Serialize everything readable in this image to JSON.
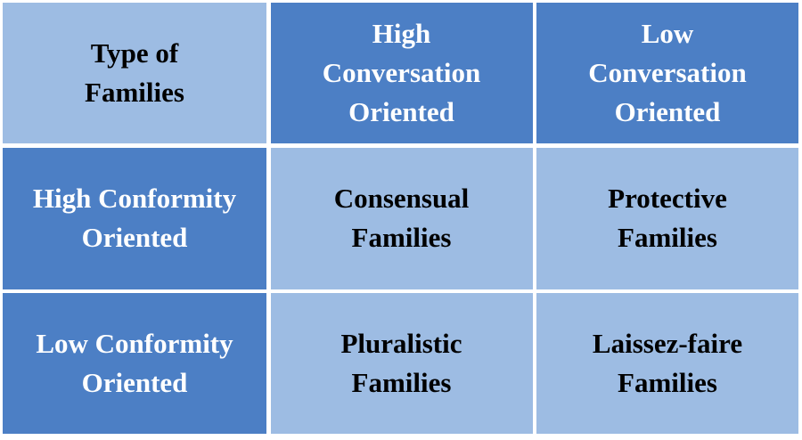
{
  "table": {
    "corner": "Type of Families",
    "columns": [
      "High Conversation Oriented",
      "Low Conversation Oriented"
    ],
    "rows": [
      {
        "header": "High Conformity Oriented",
        "cells": [
          "Consensual Families",
          "Protective Families"
        ]
      },
      {
        "header": "Low Conformity Oriented",
        "cells": [
          "Pluralistic Families",
          "Laissez-faire Families"
        ]
      }
    ],
    "colors": {
      "light": "#9dbce3",
      "dark": "#4c7fc5"
    }
  }
}
